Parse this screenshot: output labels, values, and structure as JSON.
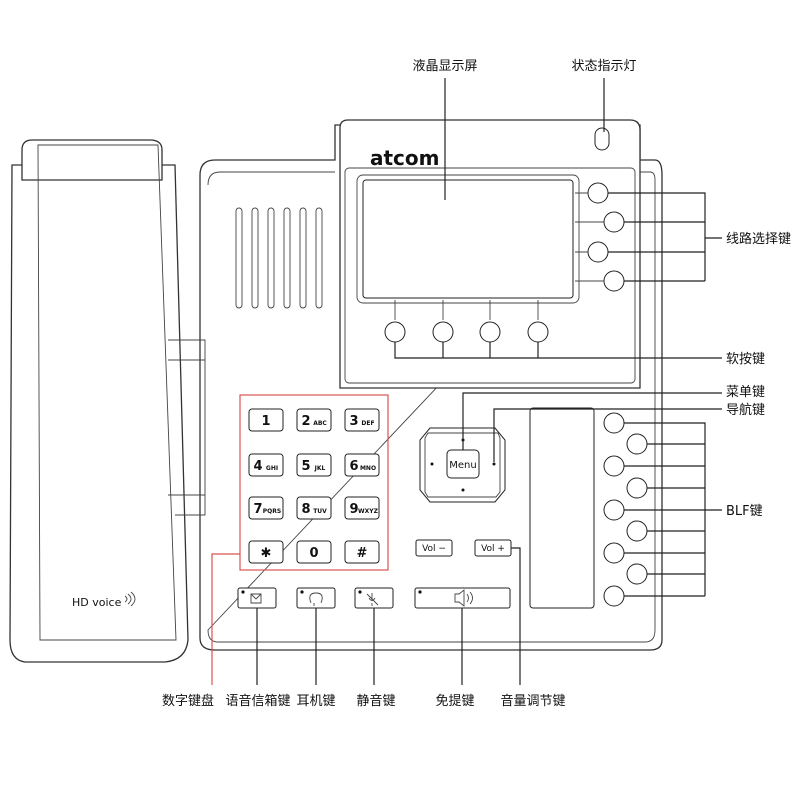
{
  "brand": "atcom",
  "handset_label": "HD voice",
  "callouts": {
    "lcd": "液晶显示屏",
    "status_led": "状态指示灯",
    "line_keys": "线路选择键",
    "soft_keys": "软按键",
    "menu_key": "菜单键",
    "nav_key": "导航键",
    "blf_keys": "BLF键",
    "keypad": "数字键盘",
    "voicemail": "语音信箱键",
    "headset": "耳机键",
    "mute": "静音键",
    "speaker": "免提键",
    "volume": "音量调节键"
  },
  "menu_label": "Menu",
  "vol_down_label": "Vol −",
  "vol_up_label": "Vol +",
  "keypad": [
    {
      "main": "1",
      "sub": ""
    },
    {
      "main": "2",
      "sub": "ABC"
    },
    {
      "main": "3",
      "sub": "DEF"
    },
    {
      "main": "4",
      "sub": "GHI"
    },
    {
      "main": "5",
      "sub": "JKL"
    },
    {
      "main": "6",
      "sub": "MNO"
    },
    {
      "main": "7",
      "sub": "PQRS"
    },
    {
      "main": "8",
      "sub": "TUV"
    },
    {
      "main": "9",
      "sub": "WXYZ"
    },
    {
      "main": "✱",
      "sub": ""
    },
    {
      "main": "0",
      "sub": ""
    },
    {
      "main": "#",
      "sub": ""
    }
  ],
  "colors": {
    "keypad_outline": "#d9534f",
    "line": "#222222"
  }
}
